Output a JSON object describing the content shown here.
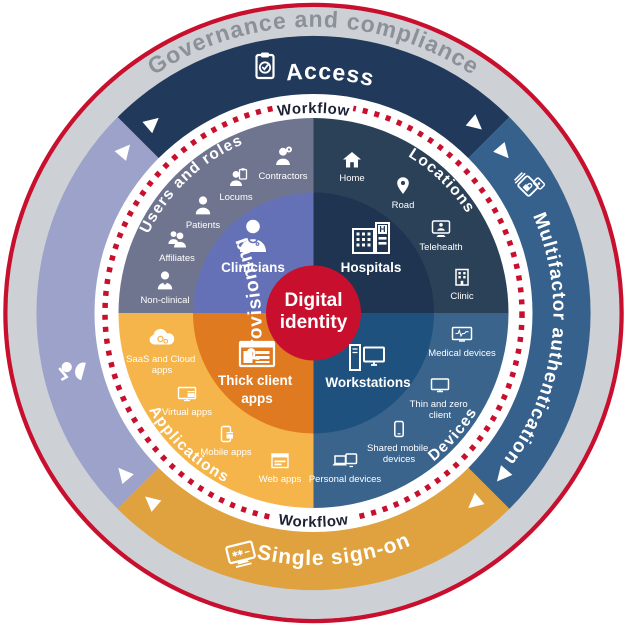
{
  "colors": {
    "rim": "#C8102E",
    "outer_ring": "#CDD0D4",
    "governance_text": "#8B9199",
    "access": "#21395B",
    "mfa": "#35618C",
    "sso": "#DFA23E",
    "provisioning": "#9DA2CB",
    "workflow_text": "#1E2235",
    "dash": "#C8102E",
    "users": "#70758F",
    "locations": "#2B4158",
    "devices": "#3A648C",
    "applications": "#F5B54A",
    "clinicians": "#6571B7",
    "hospitals": "#1F3450",
    "workstations": "#1F517E",
    "thick_client": "#DF7A20",
    "center": "#C8102E"
  },
  "governance": {
    "label": "Governance and compliance"
  },
  "segments": {
    "access": {
      "label": "Access"
    },
    "mfa": {
      "label": "Multifactor authentication"
    },
    "sso": {
      "label": "Single sign-on"
    },
    "provisioning": {
      "label": "Provisioning"
    }
  },
  "workflow": {
    "top": "Workflow",
    "bottom": "Workflow"
  },
  "quadrants": {
    "users": {
      "title": "Users and roles",
      "inner": {
        "label": "Clinicians"
      },
      "items": [
        {
          "lines": [
            "Contractors"
          ]
        },
        {
          "lines": [
            "Locums"
          ]
        },
        {
          "lines": [
            "Patients"
          ]
        },
        {
          "lines": [
            "Affiliates"
          ]
        },
        {
          "lines": [
            "Non-clinical"
          ]
        }
      ]
    },
    "locations": {
      "title": "Locations",
      "inner": {
        "label": "Hospitals"
      },
      "items": [
        {
          "lines": [
            "Home"
          ]
        },
        {
          "lines": [
            "Road"
          ]
        },
        {
          "lines": [
            "Telehealth"
          ]
        },
        {
          "lines": [
            "Clinic"
          ]
        }
      ]
    },
    "devices": {
      "title": "Devices",
      "inner": {
        "label": "Workstations"
      },
      "items": [
        {
          "lines": [
            "Medical devices"
          ]
        },
        {
          "lines": [
            "Thin and zero",
            "client"
          ]
        },
        {
          "lines": [
            "Shared mobile",
            "devices"
          ]
        },
        {
          "lines": [
            "Personal devices"
          ]
        }
      ]
    },
    "applications": {
      "title": "Applications",
      "inner": {
        "lines": [
          "Thick client",
          "apps"
        ]
      },
      "items": [
        {
          "lines": [
            "SaaS and Cloud",
            "apps"
          ]
        },
        {
          "lines": [
            "Virtual apps"
          ]
        },
        {
          "lines": [
            "Mobile apps"
          ]
        },
        {
          "lines": [
            "Web apps"
          ]
        }
      ]
    }
  },
  "icons": {
    "hospital_letter": "H"
  },
  "center": {
    "line1": "Digital",
    "line2": "identity"
  }
}
